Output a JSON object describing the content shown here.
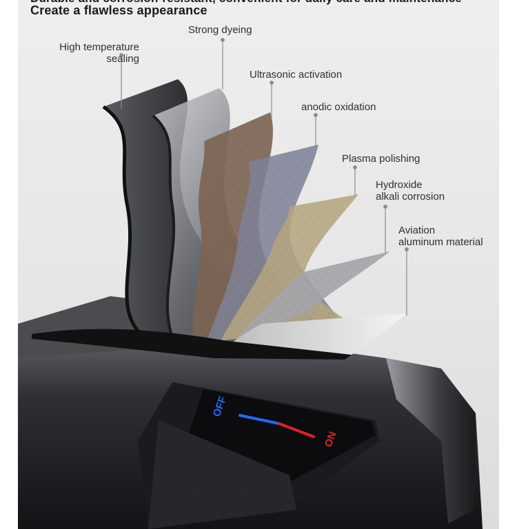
{
  "page": {
    "headline_top": "Durable and corrosion-resistant, convenient for daily care and maintenance",
    "headline_main": "Create a flawless appearance"
  },
  "layers": [
    {
      "lines": [
        "High temperature",
        "sealing"
      ]
    },
    {
      "lines": [
        "Strong dyeing"
      ]
    },
    {
      "lines": [
        "Ultrasonic activation"
      ]
    },
    {
      "lines": [
        "anodic oxidation"
      ]
    },
    {
      "lines": [
        "Plasma polishing"
      ]
    },
    {
      "lines": [
        "Hydroxide",
        "alkali corrosion"
      ]
    },
    {
      "lines": [
        "Aviation",
        "aluminum material"
      ]
    }
  ],
  "switch": {
    "off_label": "OFF",
    "on_label": "ON"
  },
  "colors": {
    "off": "#1e6bff",
    "on": "#e0202a",
    "label_text": "#2f2f2f",
    "callout_line": "#8a8a8a"
  }
}
